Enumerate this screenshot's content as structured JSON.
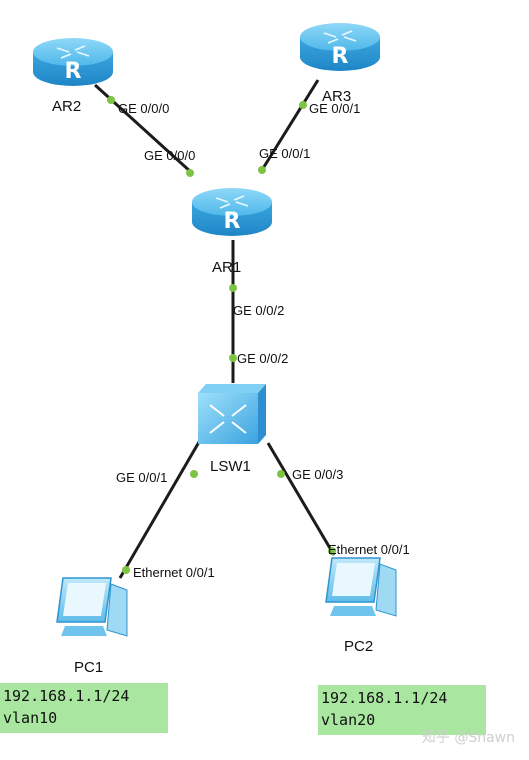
{
  "devices": {
    "ar1": "AR1",
    "ar2": "AR2",
    "ar3": "AR3",
    "lsw1": "LSW1",
    "pc1": "PC1",
    "pc2": "PC2",
    "router_glyph": "R"
  },
  "ports": {
    "ar2_ar1": "GE 0/0/0",
    "ar1_ar2": "GE 0/0/0",
    "ar3_ar1": "GE 0/0/1",
    "ar1_ar3": "GE 0/0/1",
    "ar1_lsw1": "GE 0/0/2",
    "lsw1_ar1": "GE 0/0/2",
    "lsw1_pc1": "GE 0/0/1",
    "lsw1_pc2": "GE 0/0/3",
    "pc1_lsw1": "Ethernet 0/0/1",
    "pc2_lsw1": "Ethernet 0/0/1"
  },
  "notes": {
    "pc1": {
      "line1": "192.168.1.1/24",
      "line2": "vlan10"
    },
    "pc2": {
      "line1": "192.168.1.1/24",
      "line2": "vlan20"
    }
  },
  "watermark": "知乎 @Shawn",
  "colors": {
    "router": "#49b5e8",
    "link": "#1c1c1c",
    "port_dot": "#7dc443",
    "note_bg": "#a9e6a0"
  }
}
